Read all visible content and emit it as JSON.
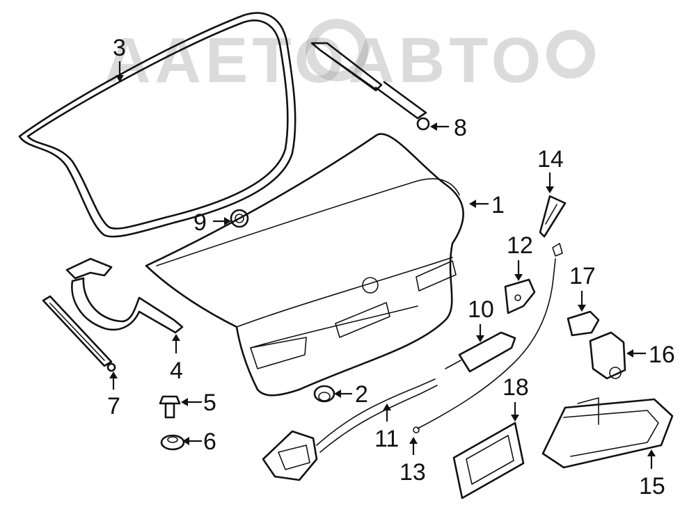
{
  "watermark": {
    "text": "AAETOABTO"
  },
  "callouts": [
    {
      "id": "1",
      "label": "1"
    },
    {
      "id": "2",
      "label": "2"
    },
    {
      "id": "3",
      "label": "3"
    },
    {
      "id": "4",
      "label": "4"
    },
    {
      "id": "5",
      "label": "5"
    },
    {
      "id": "6",
      "label": "6"
    },
    {
      "id": "7",
      "label": "7"
    },
    {
      "id": "8",
      "label": "8"
    },
    {
      "id": "9",
      "label": "9"
    },
    {
      "id": "10",
      "label": "10"
    },
    {
      "id": "11",
      "label": "11"
    },
    {
      "id": "12",
      "label": "12"
    },
    {
      "id": "13",
      "label": "13"
    },
    {
      "id": "14",
      "label": "14"
    },
    {
      "id": "15",
      "label": "15"
    },
    {
      "id": "16",
      "label": "16"
    },
    {
      "id": "17",
      "label": "17"
    },
    {
      "id": "18",
      "label": "18"
    }
  ]
}
